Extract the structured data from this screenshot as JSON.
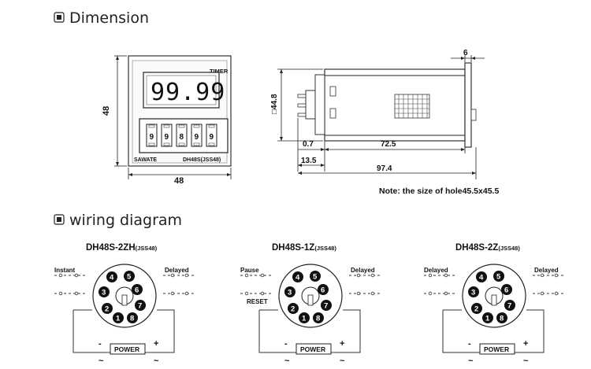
{
  "headings": {
    "dimension": "Dimension",
    "wiring": "wiring diagram"
  },
  "front_view": {
    "label_timer": "TIMER",
    "display": "99.99",
    "digits": [
      "9",
      "9",
      "8",
      "9",
      "9"
    ],
    "brand": "SAWATE",
    "model": "DH48S(JSS48)",
    "width": "48",
    "height": "48"
  },
  "side_view": {
    "dim_top": "6",
    "dim_height": "□44.8",
    "dim_07": "0.7",
    "dim_725": "72.5",
    "dim_135": "13.5",
    "dim_974": "97.4",
    "note": "Note: the size of hole45.5x45.5"
  },
  "diagrams": [
    {
      "title": "DH48S-2ZH",
      "title_suffix": "(JSS48)",
      "left_label": "Instant",
      "left_label2": "",
      "right_label": "Delayed",
      "power": "POWER",
      "minus": "-",
      "plus": "+",
      "tilde_left": "~",
      "tilde_right": "~",
      "pins": [
        "1",
        "2",
        "3",
        "4",
        "5",
        "6",
        "7",
        "8"
      ]
    },
    {
      "title": "DH48S-1Z",
      "title_suffix": "(JSS48)",
      "left_label": "Pause",
      "left_label2": "RESET",
      "right_label": "Delayed",
      "power": "POWER",
      "minus": "-",
      "plus": "+",
      "tilde_left": "~",
      "tilde_right": "~",
      "pins": [
        "1",
        "2",
        "3",
        "4",
        "5",
        "6",
        "7",
        "8"
      ]
    },
    {
      "title": "DH48S-2Z",
      "title_suffix": "(JSS48)",
      "left_label": "Delayed",
      "left_label2": "",
      "right_label": "Delayed",
      "power": "POWER",
      "minus": "-",
      "plus": "+",
      "tilde_left": "~",
      "tilde_right": "~",
      "pins": [
        "1",
        "2",
        "3",
        "4",
        "5",
        "6",
        "7",
        "8"
      ]
    }
  ]
}
